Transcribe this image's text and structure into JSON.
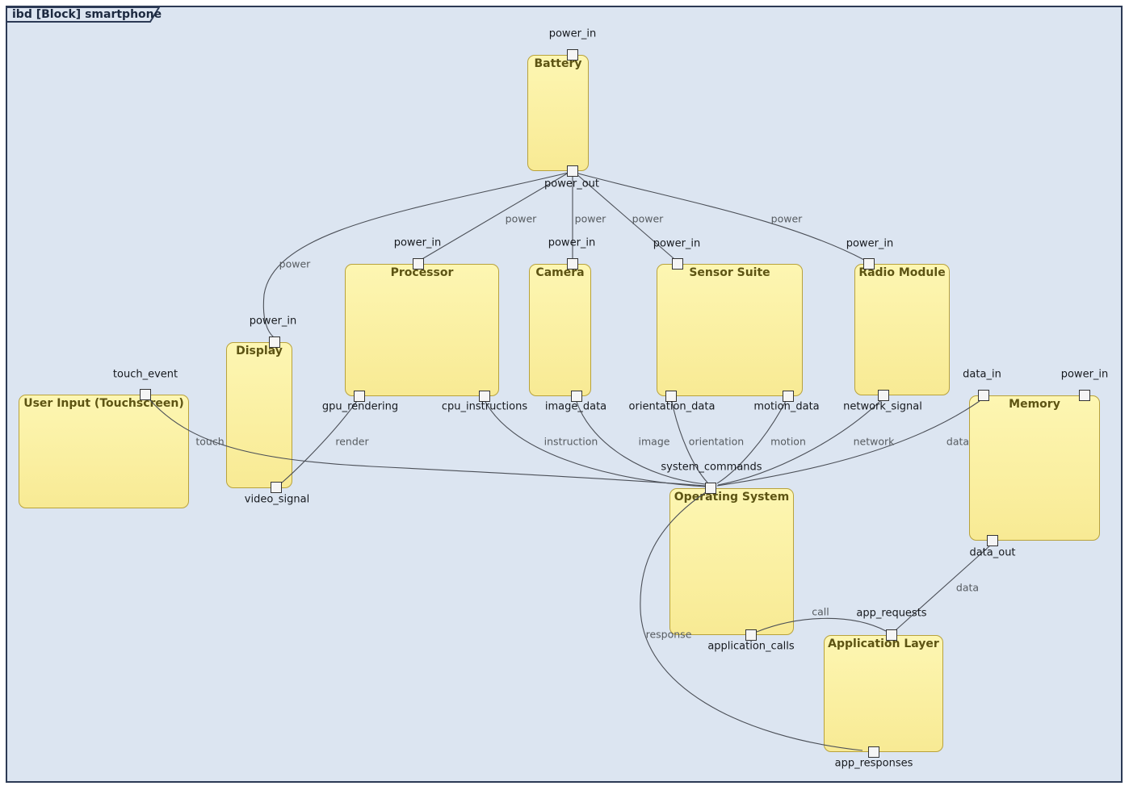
{
  "frame": {
    "title": "ibd [Block] smartphone"
  },
  "colors": {
    "canvas_background": "#dce5f1",
    "frame_border": "#2c3a55",
    "block_fill": "#fbf1a3",
    "block_border": "#b8a23c",
    "block_title_text": "#5d5413",
    "edge_stroke": "#4b4f57",
    "port_fill": "#f5f5f5",
    "port_border": "#343434",
    "port_label_text": "#16191e",
    "edge_label_text": "#565b60"
  },
  "blocks": {
    "battery": {
      "label": "Battery"
    },
    "processor": {
      "label": "Processor"
    },
    "camera": {
      "label": "Camera"
    },
    "sensor_suite": {
      "label": "Sensor Suite"
    },
    "radio_module": {
      "label": "Radio Module"
    },
    "display": {
      "label": "Display"
    },
    "user_input": {
      "label": "User Input (Touchscreen)"
    },
    "memory": {
      "label": "Memory"
    },
    "operating_system": {
      "label": "Operating System"
    },
    "application_layer": {
      "label": "Application Layer"
    }
  },
  "port_labels": {
    "battery_power_in": "power_in",
    "battery_power_out": "power_out",
    "processor_power_in": "power_in",
    "camera_power_in": "power_in",
    "sensor_power_in": "power_in",
    "radio_power_in": "power_in",
    "display_power_in": "power_in",
    "memory_power_in": "power_in",
    "touch_event": "touch_event",
    "gpu_rendering": "gpu_rendering",
    "cpu_instructions": "cpu_instructions",
    "image_data": "image_data",
    "orientation_data": "orientation_data",
    "motion_data": "motion_data",
    "network_signal": "network_signal",
    "data_in": "data_in",
    "data_out": "data_out",
    "video_signal": "video_signal",
    "system_commands": "system_commands",
    "application_calls": "application_calls",
    "app_requests": "app_requests",
    "app_responses": "app_responses"
  },
  "edge_labels": {
    "power_display": "power",
    "power_processor": "power",
    "power_camera": "power",
    "power_sensor": "power",
    "power_radio": "power",
    "touch": "touch",
    "render": "render",
    "instruction": "instruction",
    "image": "image",
    "orientation": "orientation",
    "motion": "motion",
    "network": "network",
    "data_memory": "data",
    "call": "call",
    "data_app": "data",
    "response": "response"
  }
}
